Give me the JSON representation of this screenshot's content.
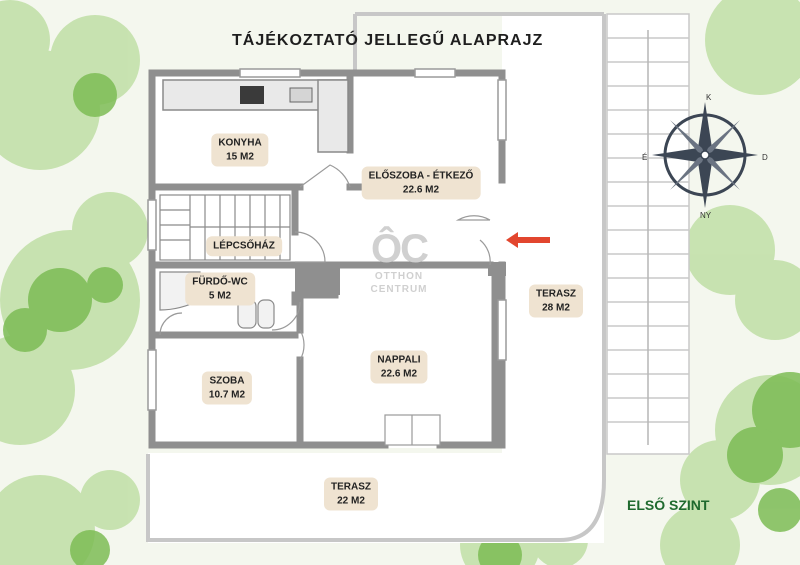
{
  "title": "TÁJÉKOZTATÓ JELLEGŰ ALAPRAJZ",
  "level_label": "ELSŐ SZINT",
  "rooms": {
    "konyha": {
      "name": "KONYHA",
      "area": "15 M2"
    },
    "eloszoba": {
      "name": "ELŐSZOBA - ÉTKEZŐ",
      "area": "22.6 M2"
    },
    "lepcsohaz": {
      "name": "LÉPCSŐHÁZ"
    },
    "furdo": {
      "name": "FÜRDŐ-WC",
      "area": "5 M2"
    },
    "szoba": {
      "name": "SZOBA",
      "area": "10.7 M2"
    },
    "nappali": {
      "name": "NAPPALI",
      "area": "22.6 M2"
    },
    "terasz_east": {
      "name": "TERASZ",
      "area": "28 M2"
    },
    "terasz_south": {
      "name": "TERASZ",
      "area": "22 M2"
    }
  },
  "logo": {
    "monogram": "ÔC",
    "line1": "OTTHON",
    "line2": "CENTRUM"
  },
  "compass": {
    "north": "K",
    "east": "D",
    "south": "NY",
    "west": "É"
  },
  "colors": {
    "wall": "#8f8f8f",
    "label_bg": "#efe3d1",
    "arrow": "#e2462e",
    "level_text": "#1f6a2e",
    "tree": "#9ccf7e"
  },
  "icons": {
    "entrance_arrow": "arrow-left-icon",
    "compass": "compass-rose-icon"
  }
}
